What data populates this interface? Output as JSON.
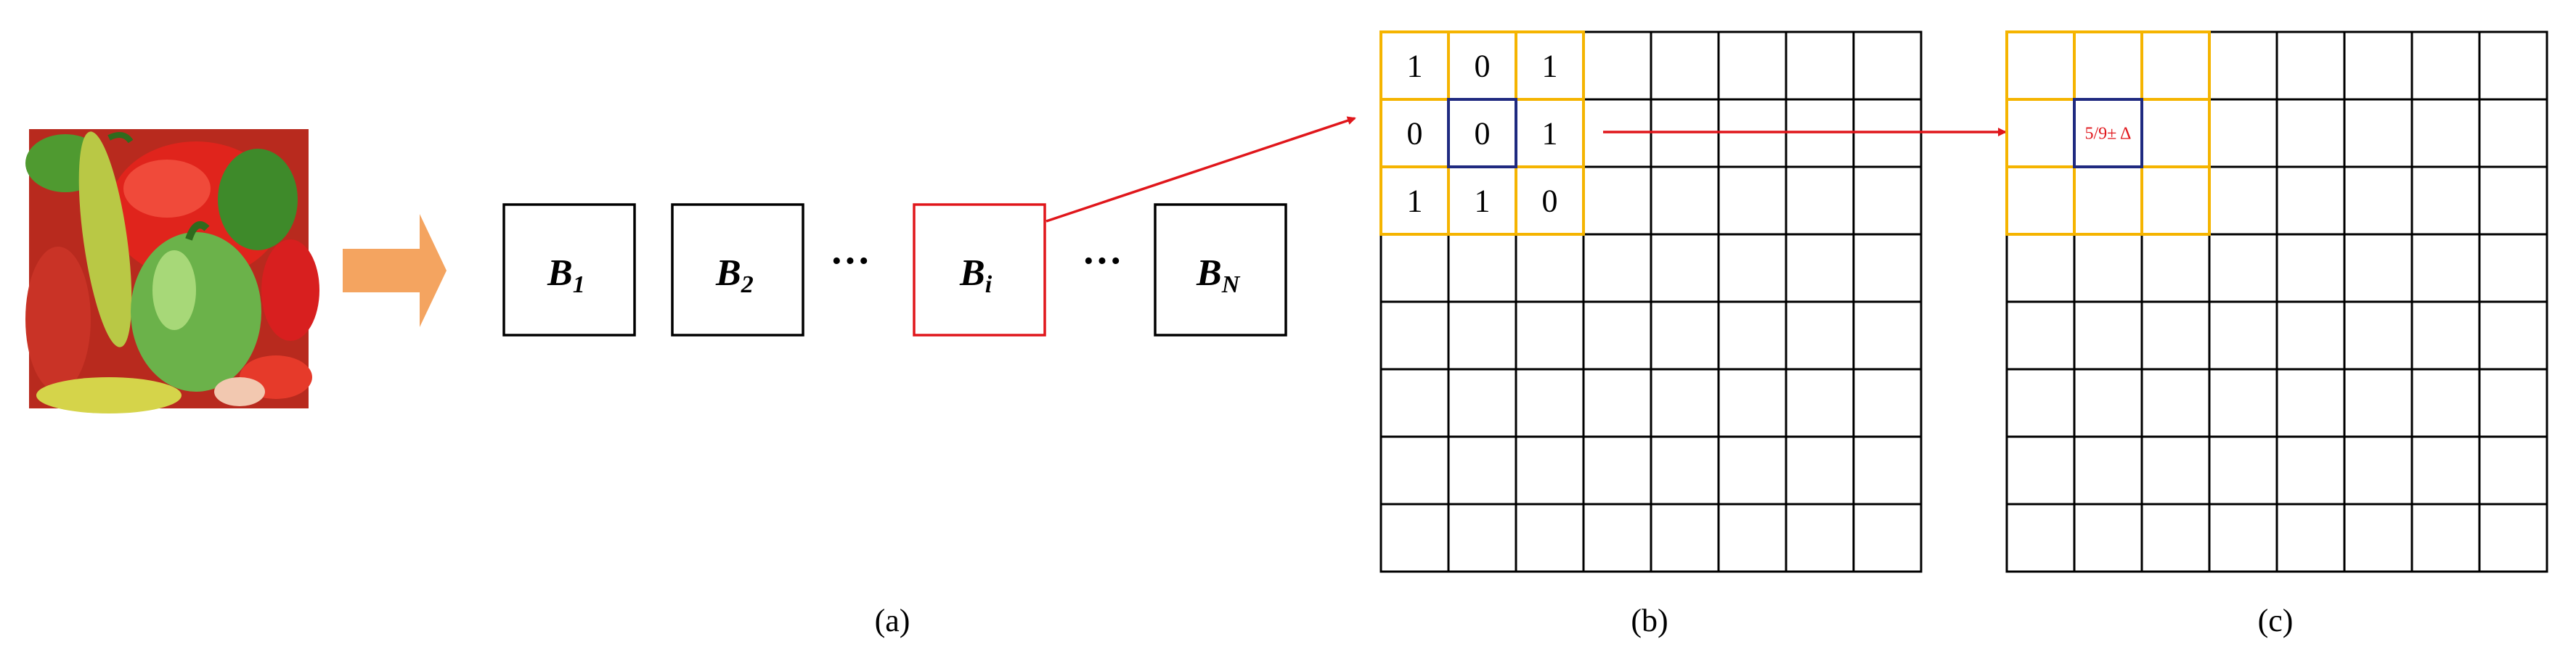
{
  "panel_a": {
    "blocks": [
      {
        "base": "B",
        "sub": "1",
        "highlight": false
      },
      {
        "base": "B",
        "sub": "2",
        "highlight": false
      },
      {
        "base": "B",
        "sub": "i",
        "highlight": true
      },
      {
        "base": "B",
        "sub": "N",
        "highlight": false
      }
    ],
    "ellipsis": "···",
    "caption": "(a)"
  },
  "panel_b": {
    "rows": 8,
    "cols": 8,
    "values": [
      [
        "1",
        "0",
        "1"
      ],
      [
        "0",
        "0",
        "1"
      ],
      [
        "1",
        "1",
        "0"
      ]
    ],
    "caption": "(b)"
  },
  "panel_c": {
    "rows": 8,
    "cols": 8,
    "center_value": "5/9± Δ",
    "caption": "(c)"
  },
  "colors": {
    "grid_line": "#000000",
    "window_border": "#f5b400",
    "center_border": "#1f2a80",
    "highlight": "#e0161b",
    "arrow_fill": "#f4a460",
    "center_text": "#e0161b"
  }
}
